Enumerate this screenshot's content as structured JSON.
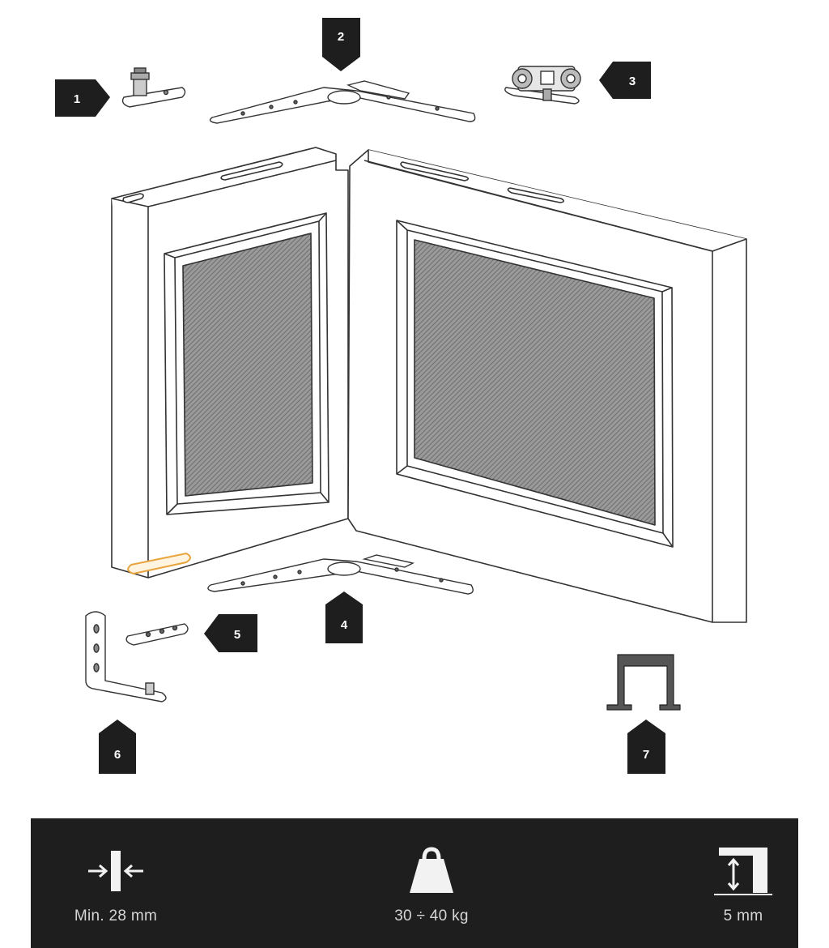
{
  "callouts": [
    "1",
    "2",
    "3",
    "4",
    "5",
    "6",
    "7"
  ],
  "specs": {
    "thickness": {
      "label": "Min. 28 mm",
      "icon": "door-thickness-icon"
    },
    "weight": {
      "label": "30 ÷ 40 kg",
      "icon": "weight-icon"
    },
    "clearance": {
      "label": "5 mm",
      "icon": "clearance-gap-icon"
    }
  },
  "colors": {
    "spec_bar": "#1e1e1e",
    "callout": "#1e1e1e",
    "highlight": "#e8a33c",
    "panel": "#8c8c8c"
  }
}
